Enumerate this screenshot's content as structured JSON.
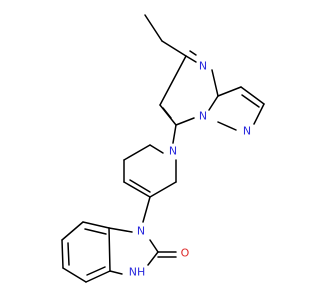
{
  "colors": {
    "carbon": "#000000",
    "nitrogen": "#2a2add",
    "oxygen": "#dd2a2a",
    "background": "#ffffff"
  },
  "atoms": {
    "n_pyrimidine": "N",
    "n_bridge": "N",
    "n_pyrazole": "N",
    "n_piperidine": "N",
    "n_benzimidazole": "N",
    "nh_benzimidazole": "NH",
    "o_carbonyl": "O"
  }
}
